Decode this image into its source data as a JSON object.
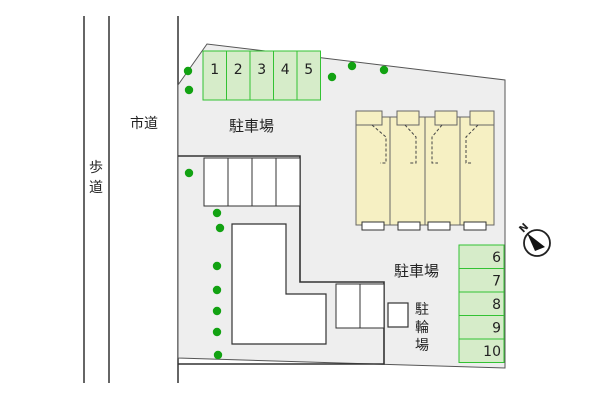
{
  "labels": {
    "sidewalk": "歩道",
    "city_road": "市道",
    "parking_north": "駐車場",
    "parking_east": "駐車場",
    "bicycle_parking": "駐輪場"
  },
  "north_parking_spaces": [
    "1",
    "2",
    "3",
    "4",
    "5"
  ],
  "east_parking_spaces": [
    "6",
    "7",
    "8",
    "9",
    "10"
  ],
  "compass": {
    "letter": "N"
  },
  "colors": {
    "lot": "#eeeeee",
    "parking_space": "#d6ecc9",
    "parking_outline": "#33c233",
    "apartment": "#f6f0c3",
    "tree": "#12a212",
    "outline": "#333333"
  }
}
